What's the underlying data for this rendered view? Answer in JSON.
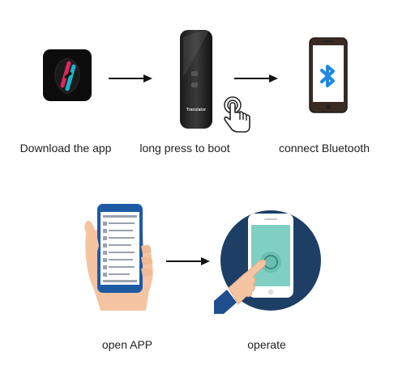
{
  "steps": [
    {
      "caption": "Download the app",
      "icon": "app-icon"
    },
    {
      "caption": "long press to boot",
      "icon": "translator-device-icon"
    },
    {
      "caption": "connect Bluetooth",
      "icon": "bluetooth-phone-icon"
    },
    {
      "caption": "open APP",
      "icon": "hand-holding-phone-icon"
    },
    {
      "caption": "operate",
      "icon": "finger-touch-phone-icon"
    }
  ],
  "device": {
    "label": "Translator"
  },
  "colors": {
    "arrow": "#111111",
    "bluetooth": "#1e88e5",
    "circle": "#1d3f66",
    "screen_teal": "#7fd0c2",
    "skin": "#f5c5a3",
    "sleeve": "#1f4e8c"
  }
}
